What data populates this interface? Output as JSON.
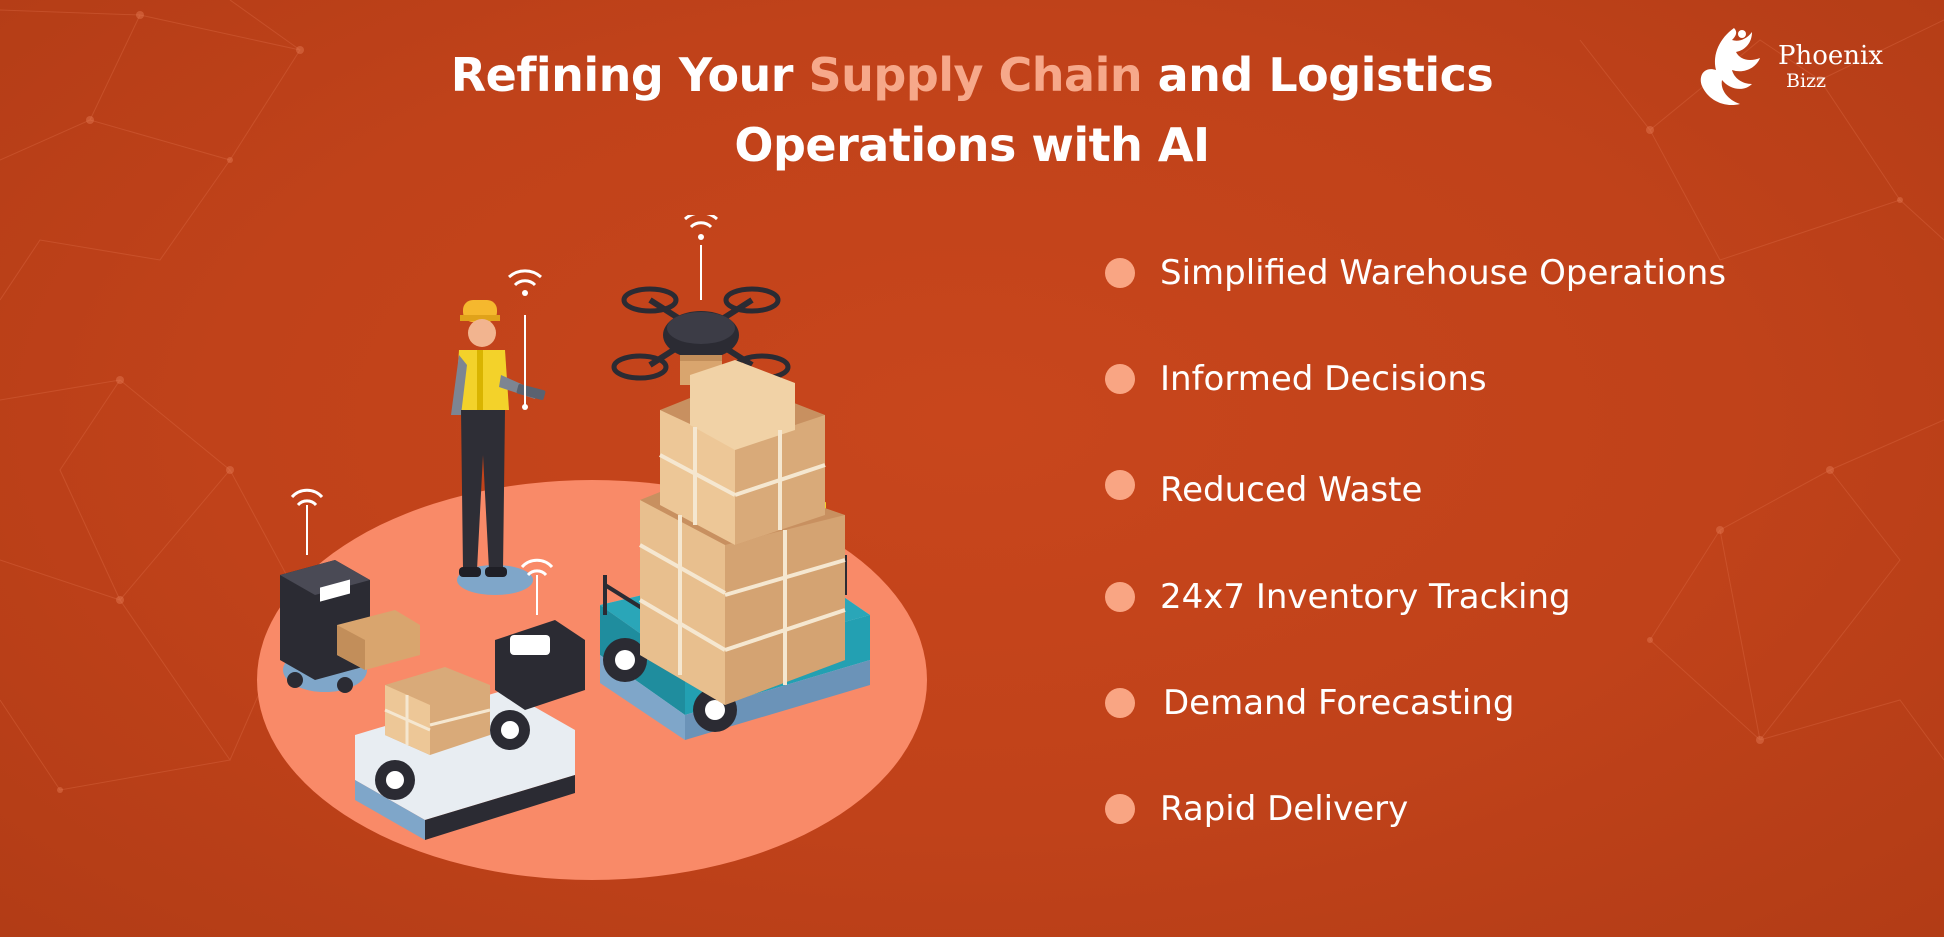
{
  "header": {
    "title_part1": "Refining Your ",
    "title_accent": "Supply Chain",
    "title_part2": " and Logistics",
    "title_line2": "Operations with AI"
  },
  "logo": {
    "name": "Phoenix",
    "sub": "Bizz",
    "icon": "phoenix-bird-icon"
  },
  "features": [
    {
      "label": "Simplified Warehouse Operations"
    },
    {
      "label": "Informed Decisions"
    },
    {
      "label": "Reduced Waste"
    },
    {
      "label": "24x7 Inventory Tracking"
    },
    {
      "label": "Demand Forecasting"
    },
    {
      "label": "Rapid Delivery"
    }
  ],
  "illustration": {
    "icons": [
      "worker-icon",
      "drone-icon",
      "robot-icon",
      "pallet-truck-icon",
      "cart-icon",
      "boxes-icon",
      "wifi-signal-icon"
    ]
  },
  "colors": {
    "background": "#c0421a",
    "accent": "#f6a88a",
    "bullet": "#f9a583",
    "platform": "#f98a68",
    "text": "#ffffff"
  }
}
